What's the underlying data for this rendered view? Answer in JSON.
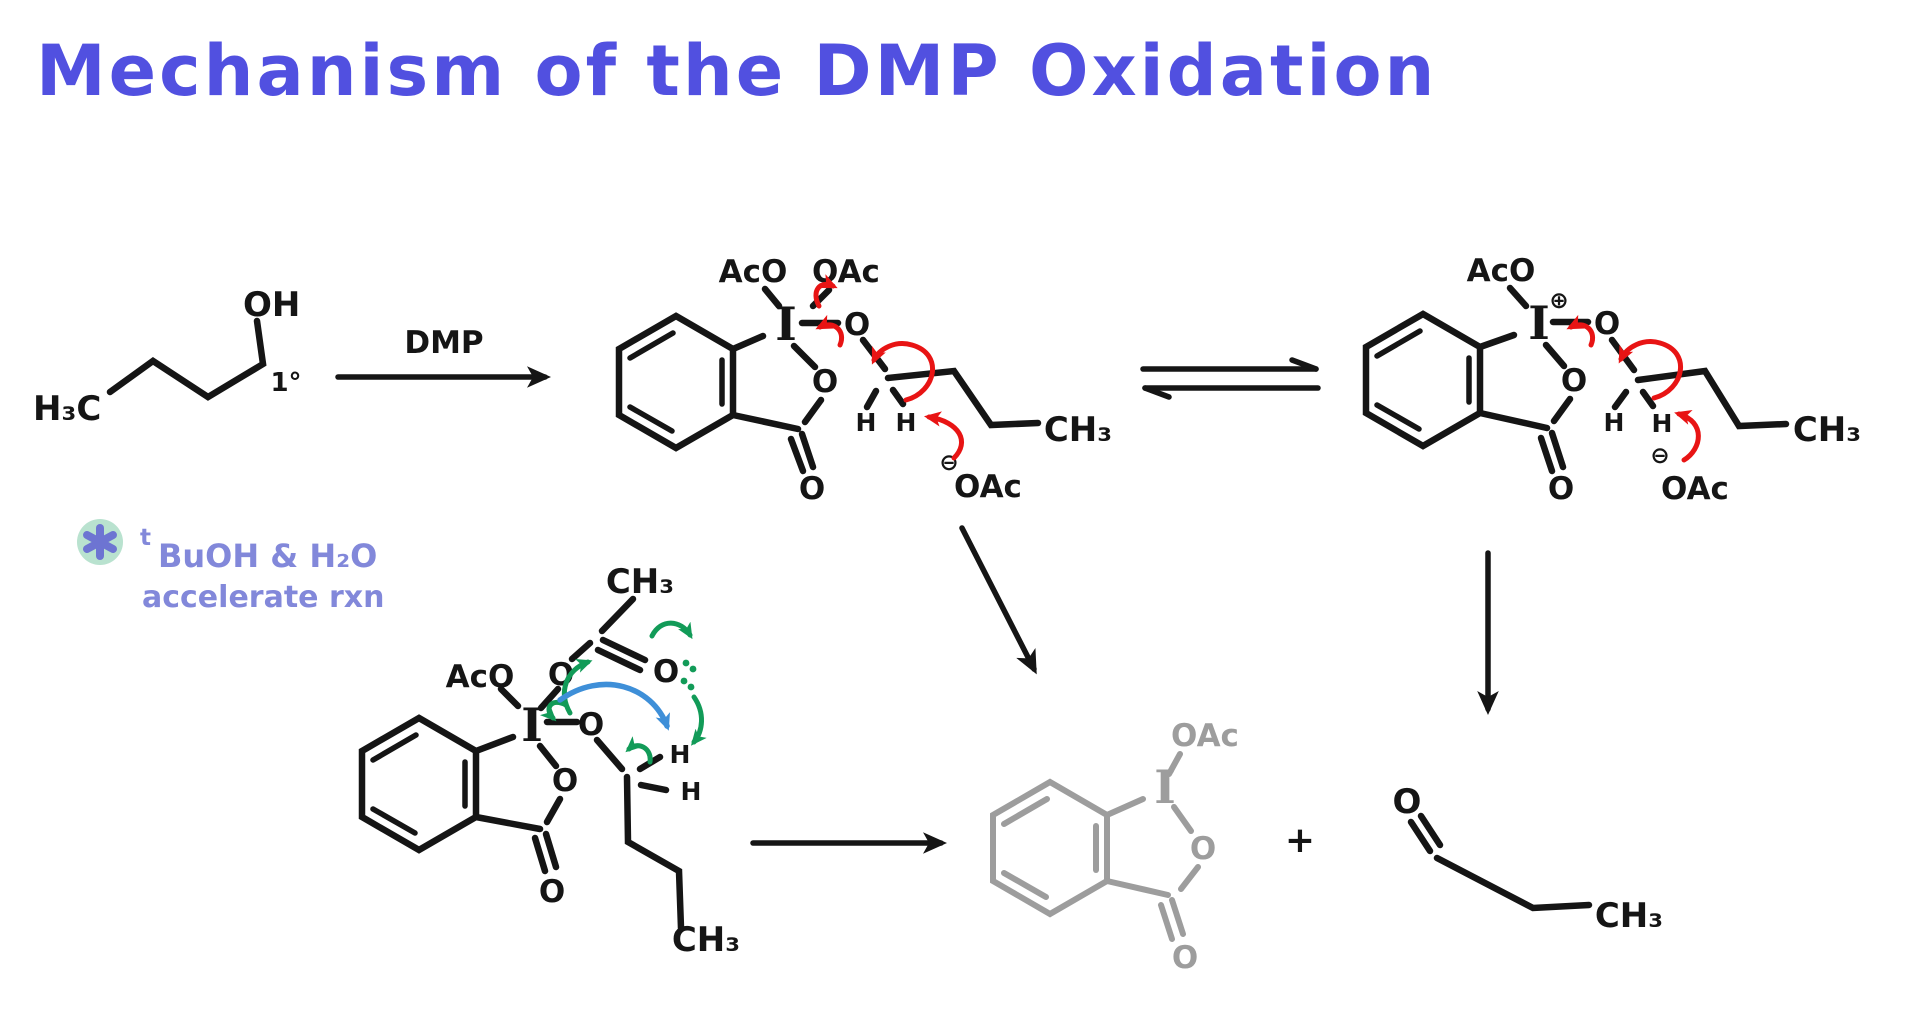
{
  "title": "Mechanism of the DMP Oxidation",
  "substrate": {
    "h3c": "H₃C",
    "oh": "OH",
    "degree_label": "1°"
  },
  "dmp_arrow_label": "DMP",
  "note": {
    "icon": "asterisk-badge",
    "superscript": "t",
    "line1": "BuOH & H₂O",
    "line2": "accelerate rxn"
  },
  "int1": {
    "aco": "AcO",
    "oac": "OAc",
    "iodine": "I",
    "o_link": "O",
    "o_ring": "O",
    "o_carbonyl": "O",
    "h1": "H",
    "h2": "H",
    "ch3": "CH₃",
    "anion_charge": "⊖",
    "anion_label": "OAc"
  },
  "int2": {
    "aco": "AcO",
    "plus_charge": "⊕",
    "iodine": "I",
    "o_link": "O",
    "o_ring": "O",
    "o_carbonyl": "O",
    "h1": "H",
    "h2": "H",
    "ch3": "CH₃",
    "anion_charge": "⊖",
    "anion_label": "OAc"
  },
  "int3": {
    "ch3_top": "CH₃",
    "aco": "AcO",
    "o_acetate_left": "O",
    "o_acetate_right": "O",
    "iodine": "I",
    "o_link": "O",
    "o_ring": "O",
    "o_carbonyl": "O",
    "h1": "H",
    "h2": "H",
    "ch3_bottom": "CH₃"
  },
  "byproduct": {
    "oac": "OAc",
    "iodine": "I",
    "o_ring": "O",
    "o_carbonyl": "O"
  },
  "plus": "+",
  "aldehyde": {
    "o": "O",
    "ch3": "CH₃"
  },
  "colors": {
    "title": "#5150e0",
    "dmp_label": "#7b2d9e",
    "degree_orange": "#f59b0b",
    "arrow_red": "#e81414",
    "arrow_green": "#129b58",
    "arrow_blue": "#3e8fd8",
    "note_text": "#8288da",
    "note_badge_bg": "#b9e2cf",
    "note_badge_glyph": "#6d74d2",
    "byproduct_grey": "#9d9d9d",
    "ink": "#151515"
  }
}
